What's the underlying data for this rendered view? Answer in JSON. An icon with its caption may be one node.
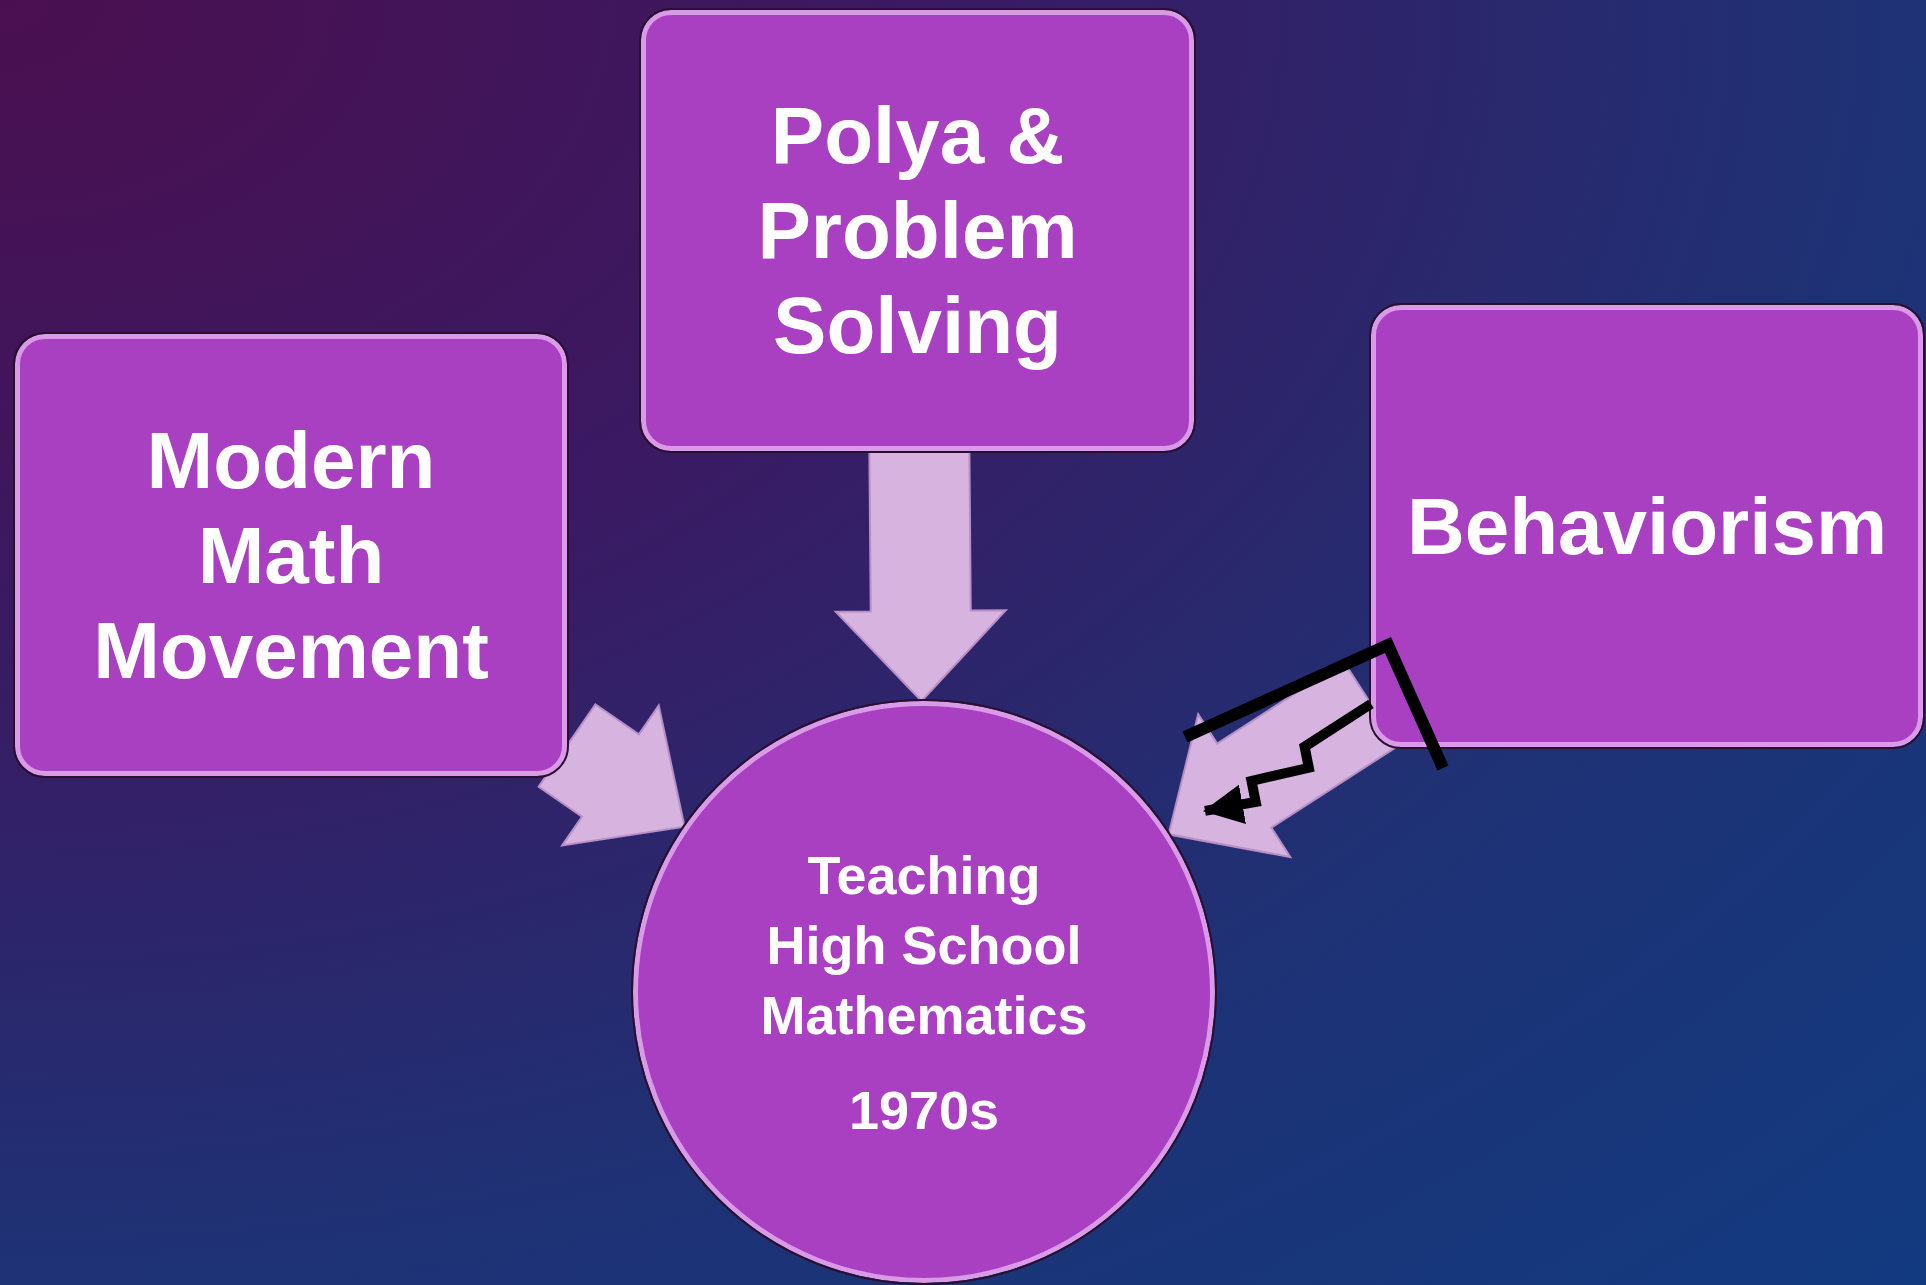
{
  "diagram": {
    "nodes": [
      {
        "text": [
          "Modern Math Movement"
        ]
      },
      {
        "text": [
          "Polya & Problem Solving"
        ]
      },
      {
        "text": [
          "Behaviorism"
        ]
      },
      {
        "text": [
          "Teaching High School Mathematics",
          "1970s"
        ]
      }
    ],
    "edges": [
      {
        "from": 0,
        "to": 3,
        "arrow": "to"
      },
      {
        "from": 1,
        "to": 3,
        "arrow": "to"
      },
      {
        "from": 2,
        "to": 3,
        "arrow": "to"
      },
      {
        "from": 2,
        "to": 3,
        "arrow": "to",
        "color": "#000000"
      }
    ]
  }
}
